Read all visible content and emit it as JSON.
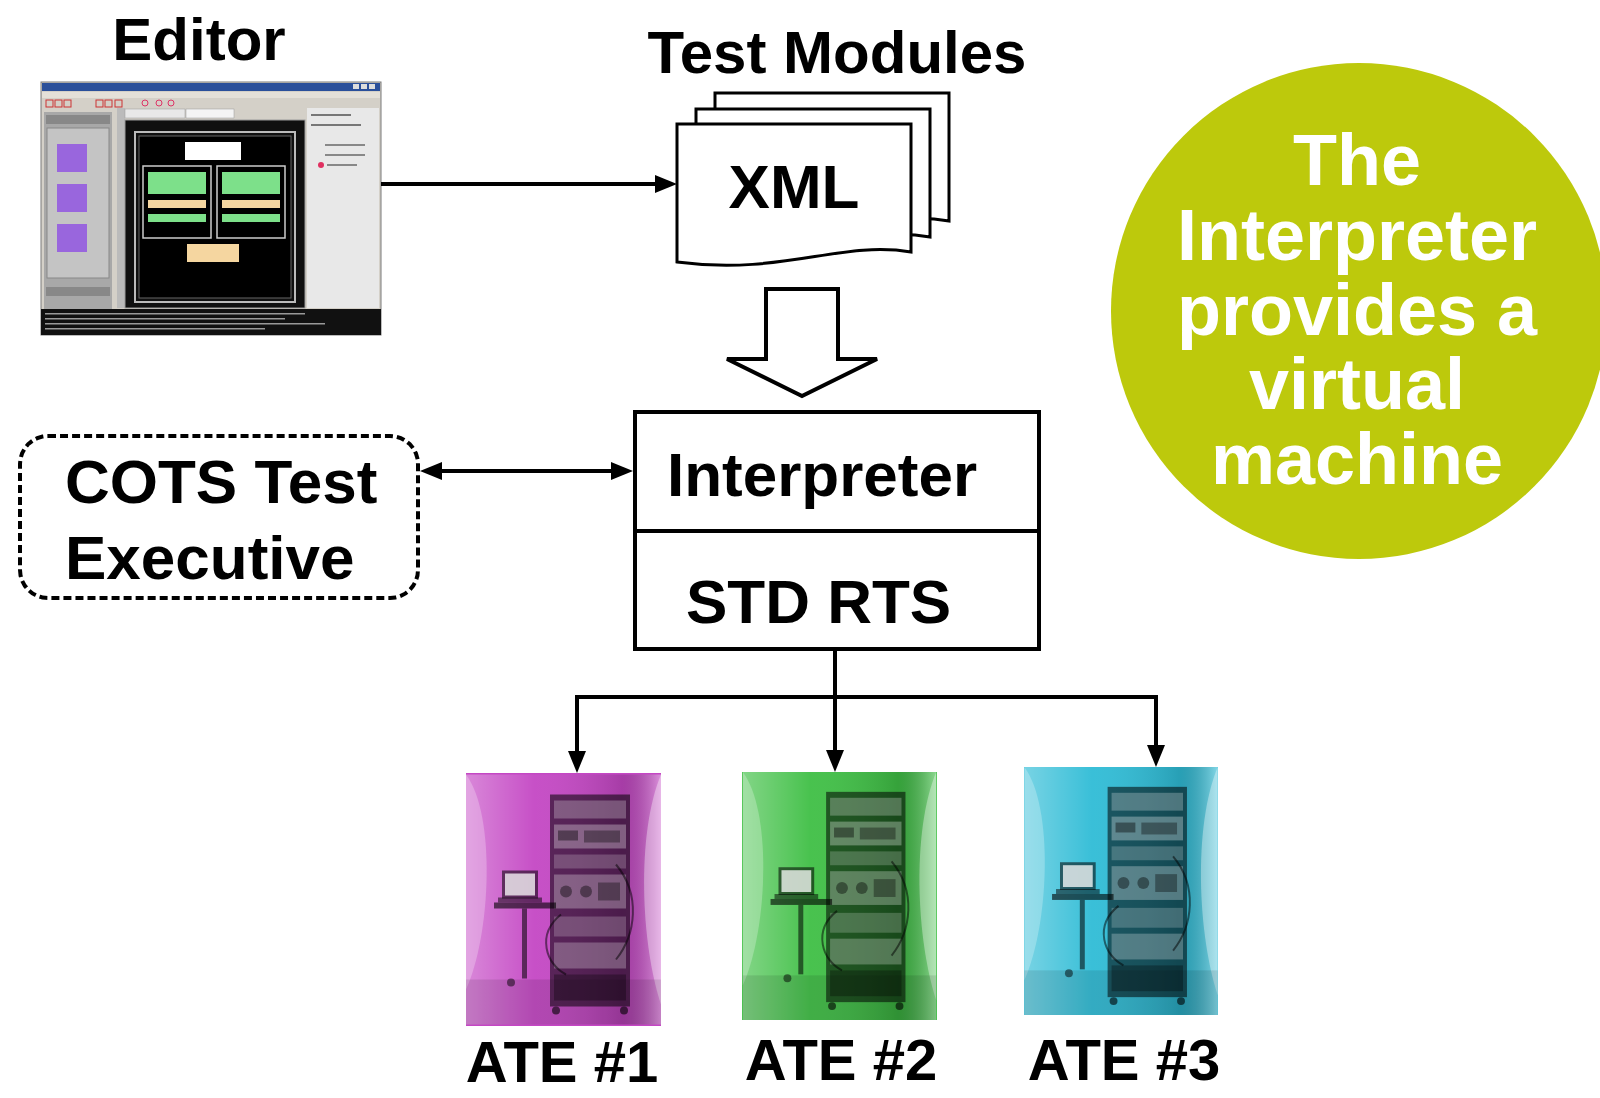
{
  "diagram": {
    "nodes": [
      {
        "text": [
          "Editor"
        ]
      },
      {
        "text": [
          "Test Modules",
          "XML"
        ]
      },
      {
        "text": [
          "The Interpreter provides a virtual machine"
        ]
      },
      {
        "text": [
          "COTS Test Executive"
        ]
      },
      {
        "text": [
          "Interpreter"
        ]
      },
      {
        "text": [
          "STD RTS"
        ]
      },
      {
        "text": [
          "ATE #1"
        ]
      },
      {
        "text": [
          "ATE #2"
        ]
      },
      {
        "text": [
          "ATE #3"
        ]
      }
    ],
    "edges": [
      {
        "from": 0,
        "to": 1,
        "arrow": "to"
      },
      {
        "from": 1,
        "to": 4,
        "arrow": "to"
      },
      {
        "from": 3,
        "to": 4,
        "arrow": "both"
      },
      {
        "from": 5,
        "to": 6,
        "arrow": "to"
      },
      {
        "from": 5,
        "to": 7,
        "arrow": "to"
      },
      {
        "from": 5,
        "to": 8,
        "arrow": "to"
      }
    ]
  }
}
